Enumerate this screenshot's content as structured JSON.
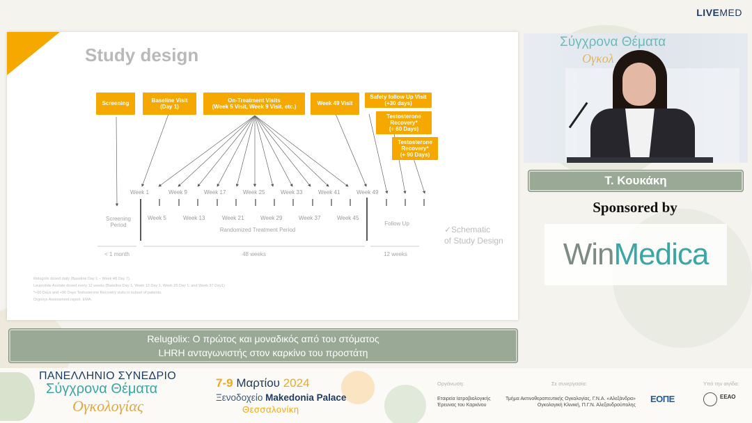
{
  "brand": {
    "live": "LIVE",
    "med": "MED"
  },
  "slide": {
    "title": "Study design",
    "boxes": {
      "screening": "Screening",
      "baseline": "Baseline Visit\n(Day 1)",
      "on_treatment": "On-Treatment Visits\n(Week 5 Visit, Week 9 Visit, etc.)",
      "week49": "Week 49 Visit",
      "safety": "Safety follow Up Visit\n(+30 days)",
      "testo60": "Testosterone\nRecovery*\n(+ 60 Days)",
      "testo90": "Testosterone\nRecovery*\n(+ 90 Days)"
    },
    "weeks_top": [
      "Week 1",
      "Week 9",
      "Week 17",
      "Week 25",
      "Week 33",
      "Week 41",
      "Week 49"
    ],
    "weeks_bottom": [
      "Week 5",
      "Week 13",
      "Week 21",
      "Week 29",
      "Week 37",
      "Week 45"
    ],
    "screening_period": "Screening\nPeriod",
    "randomized_period": "Randomized Treatment Period",
    "follow_up": "Follow Up",
    "duration_screen": "< 1 month",
    "duration_treat": "48 weeks",
    "duration_follow": "12 weeks",
    "schematic": [
      "✓Schematic",
      "of Study Design"
    ],
    "footnotes": [
      "Relugolix dosed daily (Baseline Day 1 – Week 48 Day 7).",
      "Leuprolide Acetate dosed every 12 weeks (Baseline Day 1, Week 13 Day 1, Week 25 Day 1, and Week 37 Day1)",
      "*+60 Days and +90 Days Testosterone Recovery visits in subset of patients.",
      "Orgovyx Assessment report. EMA."
    ]
  },
  "video": {
    "backdrop_text": "Σύγχρονα Θέματα",
    "backdrop_text2": "Ογκολ"
  },
  "speaker": {
    "name": "Τ. Κουκάκη"
  },
  "sponsor": {
    "label": "Sponsored by",
    "logo_a": "Win",
    "logo_b": "Medica"
  },
  "subtitle": {
    "line1": "Relugolix: Ο πρώτος και μοναδικός από του στόματος",
    "line2": "LHRH ανταγωνιστής στον καρκίνο του προστάτη"
  },
  "banner": {
    "line1": "ΠΑΝΕΛΛΗΝΙΟ ΣΥΝΕΔΡΙΟ",
    "line2": "Σύγχρονα Θέματα",
    "line3": "Ογκολογίας",
    "dates": "7-9",
    "month": "Μαρτίου",
    "year": "2024",
    "venue_prefix": "Ξενοδοχείο",
    "venue_name": "Makedonia Palace",
    "city": "Θεσσαλονίκη",
    "org_label": "Οργάνωση:",
    "org_text": "Εταιρεία Ιατροβιολογικής\nΈρευνας του Καρκίνου",
    "collab_label": "Σε συνεργασία:",
    "collab_text": "Τμήμα Ακτινοθεραπευτικής Ογκολογίας, Γ.Ν.Α. «Αλεξάνδρα»\nΟγκολογική Κλινική, Π.Γ.Ν. Αλεξανδρούπολης",
    "aegis_label": "Υπό την αιγίδα:",
    "logo_eope": "ΕΟΠΕ",
    "logo_eeao": "ΕΕΑΟ"
  }
}
